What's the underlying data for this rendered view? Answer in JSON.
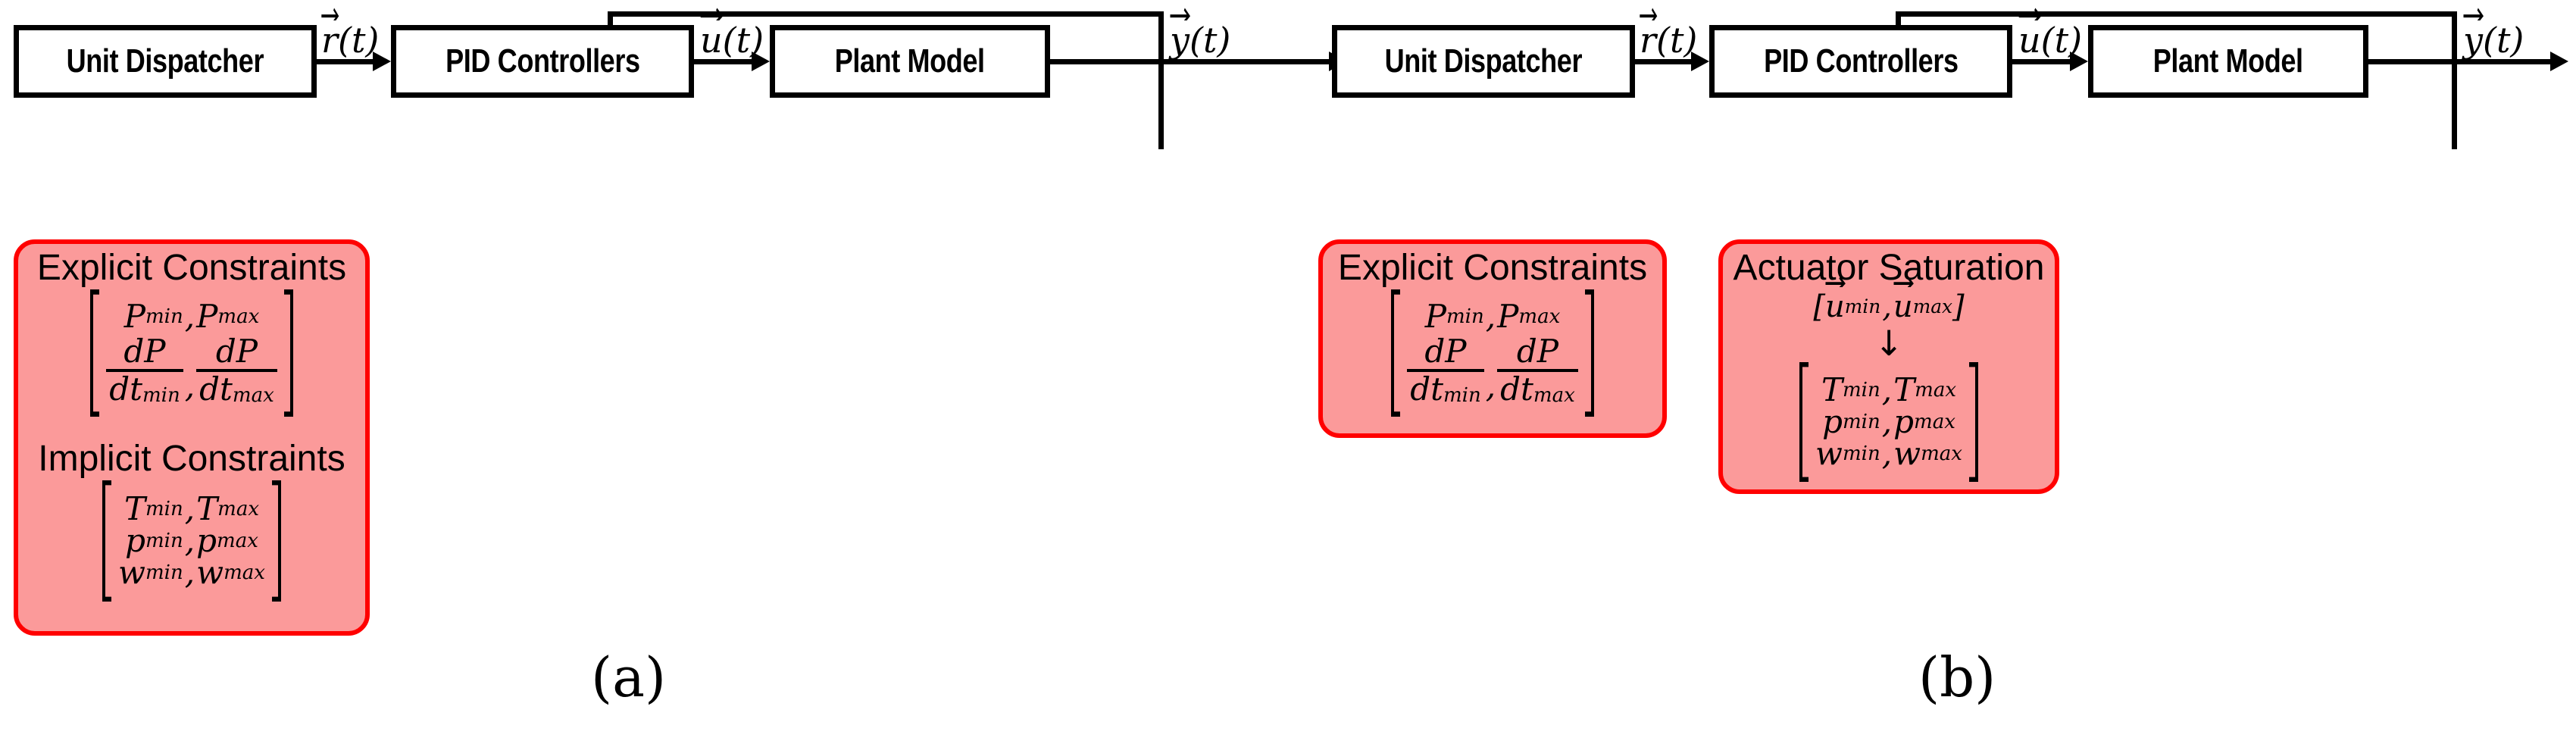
{
  "figure": {
    "type": "block-diagram",
    "description": "Two control-loop block diagrams comparing constraint handling",
    "background_color": "#FFFFFF",
    "line_color": "#000000",
    "constraint_box_fill": "#FB9A9A",
    "constraint_box_border": "#FF0000"
  },
  "panels": [
    {
      "caption": "(a)",
      "blocks": [
        {
          "id": "unit-dispatcher",
          "label": "Unit Dispatcher"
        },
        {
          "id": "pid-controllers",
          "label": "PID Controllers"
        },
        {
          "id": "plant-model",
          "label": "Plant Model"
        }
      ],
      "signals": [
        {
          "id": "reference",
          "symbol": "r",
          "arg": "(t)",
          "vector": true
        },
        {
          "id": "control",
          "symbol": "u",
          "arg": "(t)",
          "vector": true
        },
        {
          "id": "output",
          "symbol": "y",
          "arg": "(t)",
          "vector": true
        }
      ],
      "feedback": {
        "from": "plant-model-output",
        "to": "pid-controllers-top"
      },
      "constraint_boxes": [
        {
          "id": "explicit-constraints-a",
          "title": "Explicit Constraints",
          "matrix": {
            "rows": [
              [
                {
                  "base": "P",
                  "sub": "min"
                },
                {
                  "base": "P",
                  "sub": "max"
                }
              ],
              [
                {
                  "frac_num": "dP",
                  "frac_den": "dt",
                  "sub": "min"
                },
                {
                  "frac_num": "dP",
                  "frac_den": "dt",
                  "sub": "max"
                }
              ]
            ]
          }
        },
        {
          "id": "implicit-constraints-a",
          "title": "Implicit Constraints",
          "matrix": {
            "rows": [
              [
                {
                  "base": "T",
                  "sub": "min"
                },
                {
                  "base": "T",
                  "sub": "max"
                }
              ],
              [
                {
                  "base": "p",
                  "sub": "min"
                },
                {
                  "base": "p",
                  "sub": "max"
                }
              ],
              [
                {
                  "base": "w",
                  "sub": "min"
                },
                {
                  "base": "w",
                  "sub": "max"
                }
              ]
            ]
          }
        }
      ]
    },
    {
      "caption": "(b)",
      "blocks": [
        {
          "id": "unit-dispatcher",
          "label": "Unit Dispatcher"
        },
        {
          "id": "pid-controllers",
          "label": "PID Controllers"
        },
        {
          "id": "plant-model",
          "label": "Plant Model"
        }
      ],
      "signals": [
        {
          "id": "reference",
          "symbol": "r",
          "arg": "(t)",
          "vector": true
        },
        {
          "id": "control",
          "symbol": "u",
          "arg": "(t)",
          "vector": true
        },
        {
          "id": "output",
          "symbol": "y",
          "arg": "(t)",
          "vector": true
        }
      ],
      "feedback": {
        "from": "plant-model-output",
        "to": "pid-controllers-top"
      },
      "constraint_boxes": [
        {
          "id": "explicit-constraints-b",
          "title": "Explicit Constraints",
          "matrix": {
            "rows": [
              [
                {
                  "base": "P",
                  "sub": "min"
                },
                {
                  "base": "P",
                  "sub": "max"
                }
              ],
              [
                {
                  "frac_num": "dP",
                  "frac_den": "dt",
                  "sub": "min"
                },
                {
                  "frac_num": "dP",
                  "frac_den": "dt",
                  "sub": "max"
                }
              ]
            ]
          }
        },
        {
          "id": "actuator-saturation-b",
          "title": "Actuator Saturation",
          "interval": {
            "open": "[",
            "left_base": "u",
            "left_sub": "min",
            "right_base": "u",
            "right_sub": "max",
            "close": "]",
            "vector": true
          },
          "arrow_glyph": "↓",
          "matrix": {
            "rows": [
              [
                {
                  "base": "T",
                  "sub": "min"
                },
                {
                  "base": "T",
                  "sub": "max"
                }
              ],
              [
                {
                  "base": "p",
                  "sub": "min"
                },
                {
                  "base": "p",
                  "sub": "max"
                }
              ],
              [
                {
                  "base": "w",
                  "sub": "min"
                },
                {
                  "base": "w",
                  "sub": "max"
                }
              ]
            ]
          }
        }
      ]
    }
  ],
  "labels": {
    "unit_dispatcher": "Unit Dispatcher",
    "pid_controllers": "PID Controllers",
    "plant_model": "Plant Model",
    "explicit_constraints": "Explicit Constraints",
    "implicit_constraints": "Implicit Constraints",
    "actuator_saturation": "Actuator Saturation",
    "caption_a": "(a)",
    "caption_b": "(b)",
    "sig_r": "r",
    "sig_u": "u",
    "sig_y": "y",
    "sig_arg": "(t)",
    "sym_P": "P",
    "sym_T": "T",
    "sym_p": "p",
    "sym_w": "w",
    "sym_u": "u",
    "sym_dP": "dP",
    "sym_dt": "dt",
    "sub_min": "min",
    "sub_max": "max",
    "comma": ",",
    "bracket_open": "[",
    "bracket_close": "]",
    "down_arrow": "↓"
  }
}
